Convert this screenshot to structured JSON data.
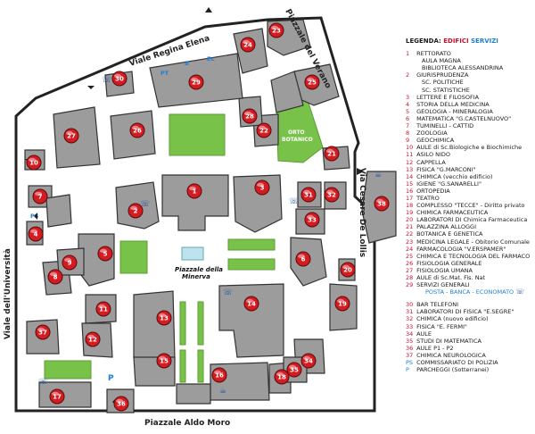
{
  "streets": {
    "regina_elena": "Viale Regina Elena",
    "verano": "Piazzale del Verano",
    "universita": "Viale dell'Università",
    "de_lollis": "Via Cesare De Lollis",
    "aldo_moro": "Piazzale Aldo Moro"
  },
  "map_labels": {
    "minerva_line1": "Piazzale della",
    "minerva_line2": "Minerva",
    "orto_line1": "ORTO",
    "orto_line2": "BOTANICO",
    "pt": "PT",
    "b": "B",
    "ec": "Ec",
    "ps": "PS",
    "p": "P"
  },
  "markers": [
    "1",
    "2",
    "3",
    "4",
    "5",
    "6",
    "7",
    "8",
    "9",
    "10",
    "11",
    "12",
    "13",
    "14",
    "15",
    "16",
    "17",
    "18",
    "19",
    "20",
    "21",
    "22",
    "23",
    "24",
    "25",
    "26",
    "27",
    "28",
    "29",
    "30",
    "31",
    "32",
    "33",
    "34",
    "35",
    "36",
    "37",
    "38"
  ],
  "legend": {
    "title_prefix": "LEGENDA:",
    "title_edifici": "EDIFICI",
    "title_servizi": "SERVIZI",
    "entries": [
      {
        "n": "1",
        "lines": [
          "RETTORATO",
          "AULA MAGNA",
          "BIBLIOTECA ALESSANDRINA"
        ]
      },
      {
        "n": "2",
        "lines": [
          "GIURISPRUDENZA",
          "SC. POLITICHE",
          "SC. STATISTICHE"
        ]
      },
      {
        "n": "3",
        "lines": [
          "LETTERE E FILOSOFIA"
        ]
      },
      {
        "n": "4",
        "lines": [
          "STORIA DELLA MEDICINA"
        ]
      },
      {
        "n": "5",
        "lines": [
          "GEOLOGIA - MINERALOGIA"
        ]
      },
      {
        "n": "6",
        "lines": [
          "MATEMATICA \"G.CASTELNUOVO\""
        ]
      },
      {
        "n": "7",
        "lines": [
          "TUMINELLI - CATTID"
        ]
      },
      {
        "n": "8",
        "lines": [
          "ZOOLOGIA"
        ]
      },
      {
        "n": "9",
        "lines": [
          "GEOCHIMICA"
        ]
      },
      {
        "n": "10",
        "lines": [
          "AULE di Sc.Biologiche e Biochimiche"
        ]
      },
      {
        "n": "11",
        "lines": [
          "ASILO NIDO"
        ]
      },
      {
        "n": "12",
        "lines": [
          "CAPPELLA"
        ]
      },
      {
        "n": "13",
        "lines": [
          "FISICA \"G.MARCONI\""
        ]
      },
      {
        "n": "14",
        "lines": [
          "CHIMICA (vecchio edificio)"
        ]
      },
      {
        "n": "15",
        "lines": [
          "IGIENE \"G.SANARELLI\""
        ]
      },
      {
        "n": "16",
        "lines": [
          "ORTOPEDIA"
        ]
      },
      {
        "n": "17",
        "lines": [
          "TEATRO"
        ]
      },
      {
        "n": "18",
        "lines": [
          "COMPLESSO \"TECCE\" - Diritto privato"
        ]
      },
      {
        "n": "19",
        "lines": [
          "CHIMICA FARMACEUTICA"
        ]
      },
      {
        "n": "20",
        "lines": [
          "LABORATORI DI Chimica Farmaceutica"
        ]
      },
      {
        "n": "21",
        "lines": [
          "PALAZZINA ALLOGGI"
        ]
      },
      {
        "n": "22",
        "lines": [
          "BOTANICA E GENETICA"
        ]
      },
      {
        "n": "23",
        "lines": [
          "MEDICINA LEGALE - Obitorio Comunale"
        ]
      },
      {
        "n": "24",
        "lines": [
          "FARMACOLOGIA \"V.ERSPAMER\""
        ]
      },
      {
        "n": "25",
        "lines": [
          "CHIMICA E TECNOLOGIA DEL FARMACO"
        ]
      },
      {
        "n": "26",
        "lines": [
          "FISIOLOGIA GENERALE"
        ]
      },
      {
        "n": "27",
        "lines": [
          "FISIOLOGIA UMANA"
        ]
      },
      {
        "n": "28",
        "lines": [
          "AULE di Sc.Mat. Fis. Nat"
        ]
      },
      {
        "n": "29",
        "lines": [
          "SERVIZI GENERALI"
        ]
      }
    ],
    "services_line": "POSTA - BANCA - ECONOMATO",
    "entries2": [
      {
        "n": "30",
        "lines": [
          "BAR TELEFONI"
        ]
      },
      {
        "n": "31",
        "lines": [
          "LABORATORI DI FISICA \"E.SEGRE\""
        ]
      },
      {
        "n": "32",
        "lines": [
          "CHIMICA (nuovo edificio)"
        ]
      },
      {
        "n": "33",
        "lines": [
          "FISICA \"E. FERMI\""
        ]
      },
      {
        "n": "34",
        "lines": [
          "AULE"
        ]
      },
      {
        "n": "35",
        "lines": [
          "STUDI DI MATEMATICA"
        ]
      },
      {
        "n": "36",
        "lines": [
          "AULE P1 - P2"
        ]
      },
      {
        "n": "37",
        "lines": [
          "CHIMICA NEUROLOGICA"
        ]
      },
      {
        "n": "PS",
        "lines": [
          "COMMISSARIATO DI POLIZIA"
        ]
      },
      {
        "n": "P",
        "lines": [
          "PARCHEGGI (Sotterranei)"
        ]
      }
    ]
  },
  "colors": {
    "building": "#9c9c9c",
    "building_stroke": "#333333",
    "ground": "#ffffff",
    "green": "#79c24a",
    "marker": "#d31b22",
    "boundary": "#222222",
    "edifici": "#c8102e",
    "servizi": "#1d7fd1"
  }
}
